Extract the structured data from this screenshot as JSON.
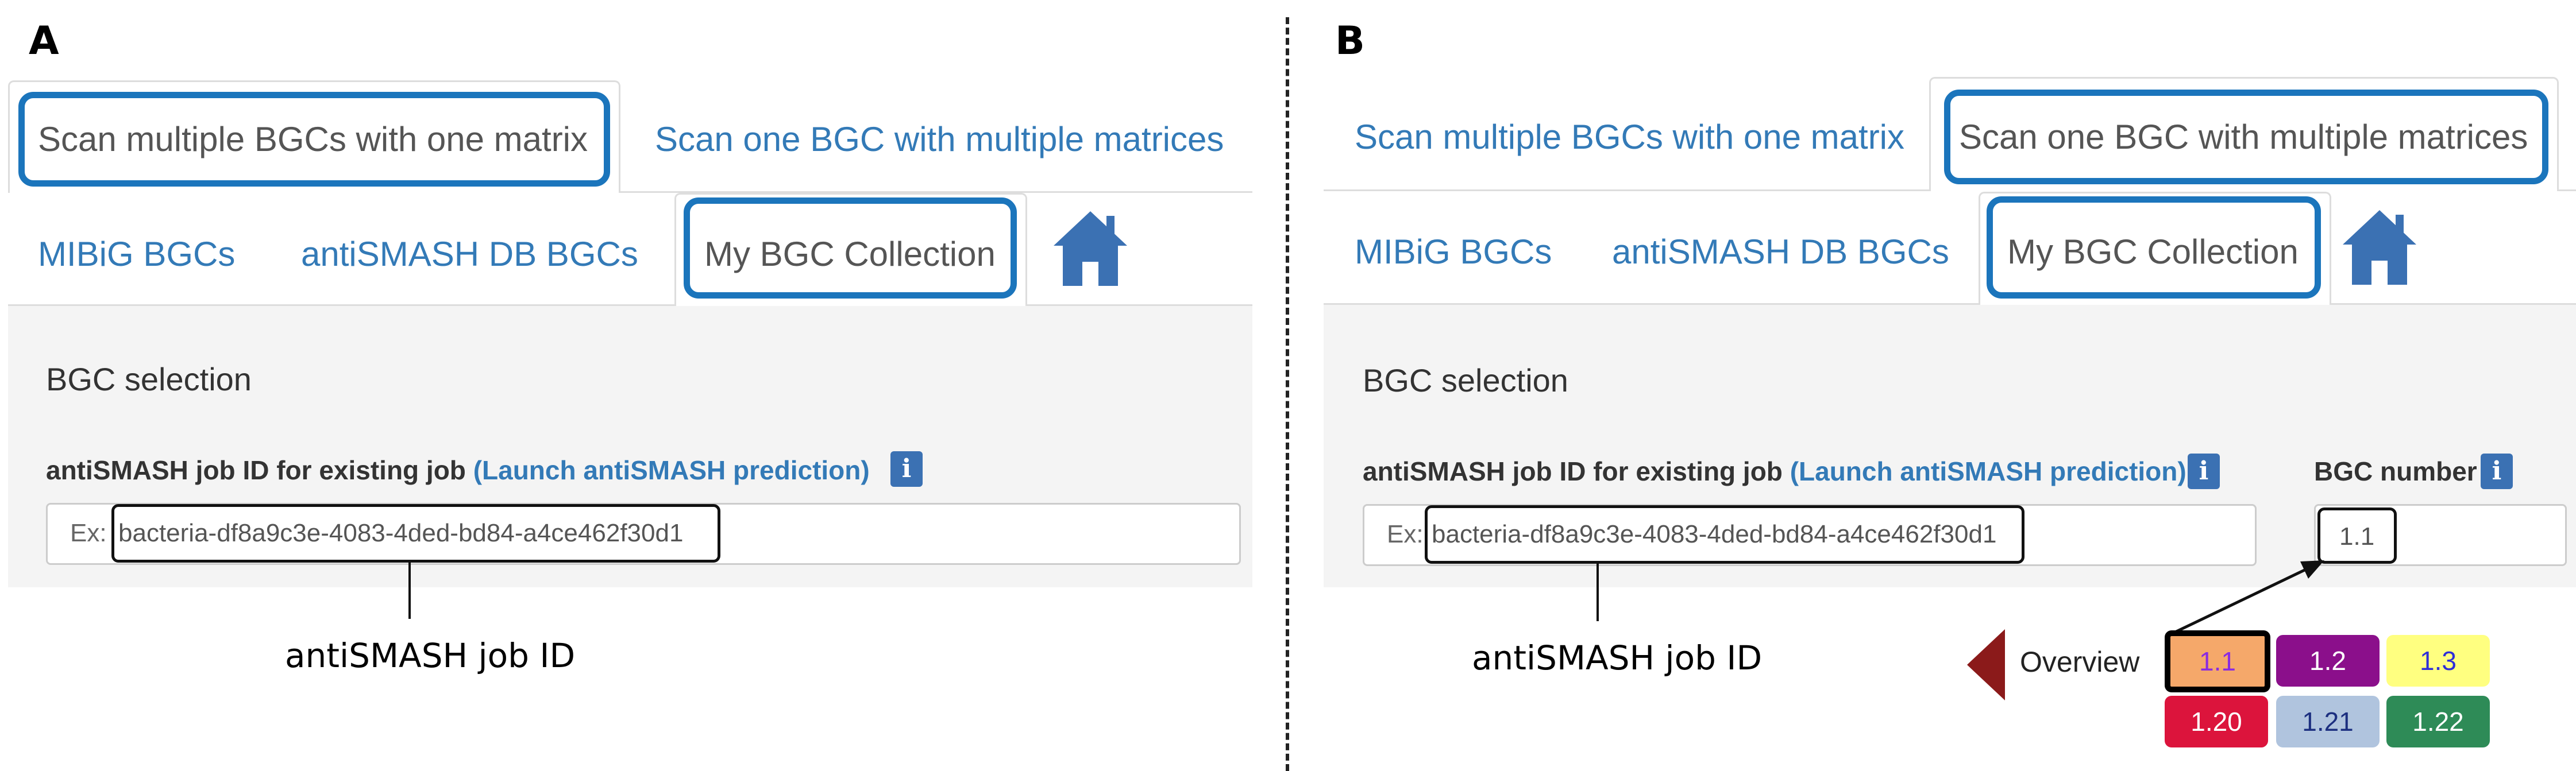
{
  "panel_a": {
    "letter": "A",
    "tabs_row1": [
      "Scan multiple BGCs with one matrix",
      "Scan one BGC with multiple matrices"
    ],
    "tabs_row2": [
      "MIBiG BGCs",
      "antiSMASH DB BGCs",
      "My BGC Collection"
    ],
    "section_title": "BGC selection",
    "job_label_prefix": "antiSMASH job ID for existing job ",
    "job_label_link": "(Launch antiSMASH prediction)",
    "info_glyph": "i",
    "placeholder_prefix": "Ex:",
    "job_value": "bacteria-df8a9c3e-4083-4ded-bd84-a4ce462f30d1",
    "callout": "antiSMASH job ID"
  },
  "panel_b": {
    "letter": "B",
    "tabs_row1": [
      "Scan multiple BGCs with one matrix",
      "Scan one BGC with multiple matrices"
    ],
    "tabs_row2": [
      "MIBiG BGCs",
      "antiSMASH DB BGCs",
      "My BGC Collection"
    ],
    "section_title": "BGC selection",
    "job_label_prefix": "antiSMASH job ID for existing job ",
    "job_label_link": "(Launch antiSMASH prediction)",
    "info_glyph": "i",
    "placeholder_prefix": "Ex:",
    "job_value": "bacteria-df8a9c3e-4083-4ded-bd84-a4ce462f30d1",
    "callout": "antiSMASH job ID",
    "bgc_number_label": "BGC number",
    "bgc_number_value": "1.1",
    "overview_label": "Overview",
    "chips": [
      {
        "label": "1.1",
        "bg": "#f5a86a",
        "fg": "#8a2be2"
      },
      {
        "label": "1.2",
        "bg": "#8b0f8b",
        "fg": "#ffffff"
      },
      {
        "label": "1.3",
        "bg": "#ffff80",
        "fg": "#2e2ed8"
      },
      {
        "label": "1.20",
        "bg": "#dc143c",
        "fg": "#ffffff"
      },
      {
        "label": "1.21",
        "bg": "#b0c4de",
        "fg": "#1c2f80"
      },
      {
        "label": "1.22",
        "bg": "#2e8b57",
        "fg": "#ffffff"
      }
    ]
  },
  "colors": {
    "link": "#337ab7",
    "highlight": "#1b75bc",
    "home_icon": "#3b71b3",
    "overview_arrow": "#8b1a1a"
  }
}
